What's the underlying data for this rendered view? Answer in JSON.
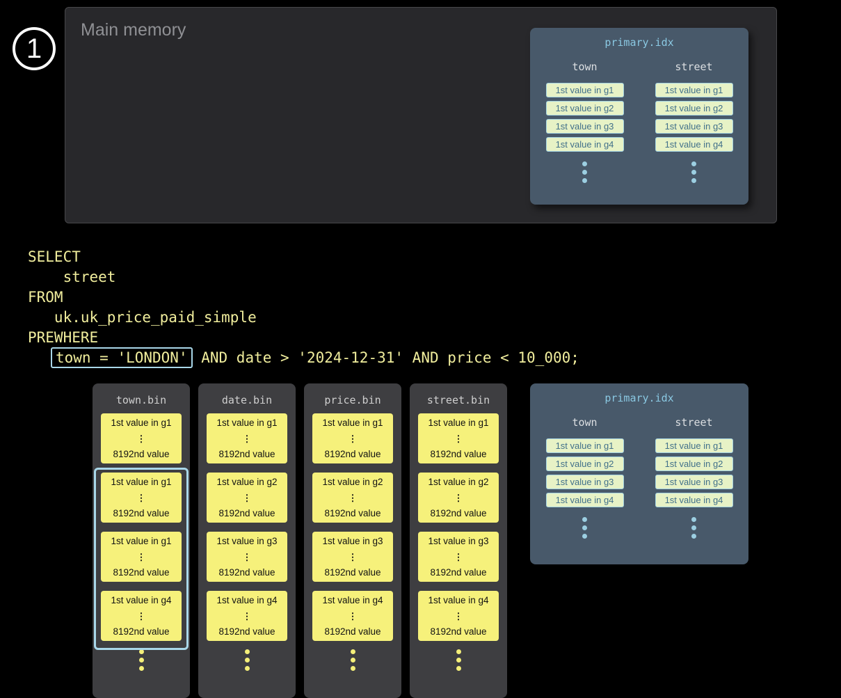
{
  "step_badge": "1",
  "main_memory": {
    "label": "Main memory"
  },
  "primary_index": {
    "title": "primary.idx",
    "columns": [
      {
        "name": "town",
        "entries": [
          "1st value in g1",
          "1st value in g2",
          "1st value in g3",
          "1st value in g4"
        ]
      },
      {
        "name": "street",
        "entries": [
          "1st value in g1",
          "1st value in g2",
          "1st value in g3",
          "1st value in g4"
        ]
      }
    ]
  },
  "query": {
    "lines_before": [
      "SELECT",
      "    street",
      "FROM",
      "   uk.uk_price_paid_simple",
      "PREWHERE"
    ],
    "prewhere_indent": "   ",
    "prewhere_highlight": "town = 'LONDON'",
    "prewhere_rest": " AND date > '2024-12-31' AND price < 10_000;"
  },
  "bin_files": [
    {
      "title": "town.bin",
      "granules": [
        {
          "first": "1st value in g1",
          "last": "8192nd value"
        },
        {
          "first": "1st value in g1",
          "last": "8192nd value"
        },
        {
          "first": "1st value in g1",
          "last": "8192nd value"
        },
        {
          "first": "1st value in g4",
          "last": "8192nd value"
        }
      ],
      "selected_granules": [
        2,
        3,
        4
      ]
    },
    {
      "title": "date.bin",
      "granules": [
        {
          "first": "1st value in g1",
          "last": "8192nd value"
        },
        {
          "first": "1st value in g2",
          "last": "8192nd value"
        },
        {
          "first": "1st value in g3",
          "last": "8192nd value"
        },
        {
          "first": "1st value in g4",
          "last": "8192nd value"
        }
      ],
      "selected_granules": []
    },
    {
      "title": "price.bin",
      "granules": [
        {
          "first": "1st value in g1",
          "last": "8192nd value"
        },
        {
          "first": "1st value in g2",
          "last": "8192nd value"
        },
        {
          "first": "1st value in g3",
          "last": "8192nd value"
        },
        {
          "first": "1st value in g4",
          "last": "8192nd value"
        }
      ],
      "selected_granules": []
    },
    {
      "title": "street.bin",
      "granules": [
        {
          "first": "1st value in g1",
          "last": "8192nd value"
        },
        {
          "first": "1st value in g2",
          "last": "8192nd value"
        },
        {
          "first": "1st value in g3",
          "last": "8192nd value"
        },
        {
          "first": "1st value in g4",
          "last": "8192nd value"
        }
      ],
      "selected_granules": []
    }
  ],
  "glyphs": {
    "vertical_ellipsis": "⋮"
  },
  "colors": {
    "background": "#000000",
    "main_memory_panel": "#28282b",
    "index_card": "#48596a",
    "index_card_title": "#8ac8e2",
    "index_pill_bg": "#e7f2c6",
    "index_pill_border": "#a3d2e2",
    "index_pill_text": "#41708a",
    "sql_text": "#f1ee9d",
    "highlight_border": "#a9d7e9",
    "bin_card": "#3e3e41",
    "granule_bg": "#f6f17b",
    "granule_text": "#121212",
    "selection_border": "#a9d7e9",
    "dots_blue": "#9ccfe2",
    "dots_yellow": "#f4ef79"
  }
}
